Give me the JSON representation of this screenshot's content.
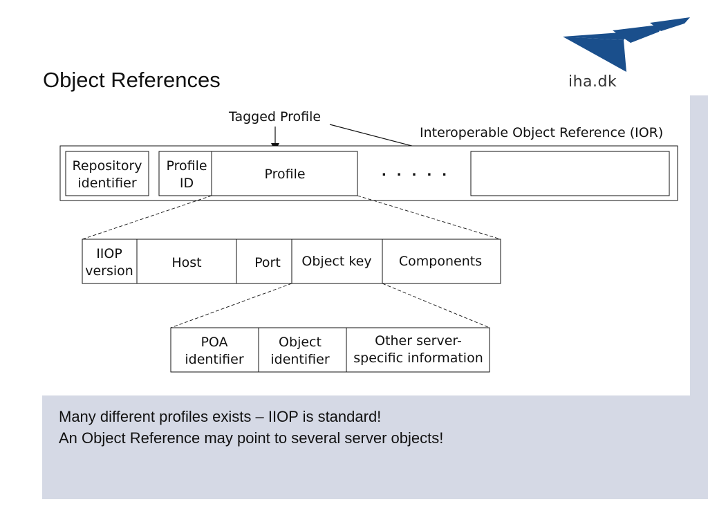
{
  "slide": {
    "title": "Object References",
    "logo_text": "iha.dk",
    "notes": [
      "Many different profiles exists – IIOP is standard!",
      "An Object Reference may point to several server objects!"
    ],
    "colors": {
      "panel": "#d5d9e5",
      "logo": "#1a4f8c"
    }
  },
  "diagram": {
    "tagged_profile_label": "Tagged Profile",
    "ior_label": "Interoperable Object Reference (IOR)",
    "ior_cells": {
      "repository_1": "Repository",
      "repository_2": "identifier",
      "profile_id_1": "Profile",
      "profile_id_2": "ID",
      "profile": "Profile",
      "ellipsis": ". . . . ."
    },
    "iiop_cells": {
      "version_1": "IIOP",
      "version_2": "version",
      "host": "Host",
      "port": "Port",
      "object_key": "Object key",
      "components": "Components"
    },
    "key_cells": {
      "poa_1": "POA",
      "poa_2": "identifier",
      "object_1": "Object",
      "object_2": "identifier",
      "other_1": "Other server-",
      "other_2": "specific information"
    }
  }
}
